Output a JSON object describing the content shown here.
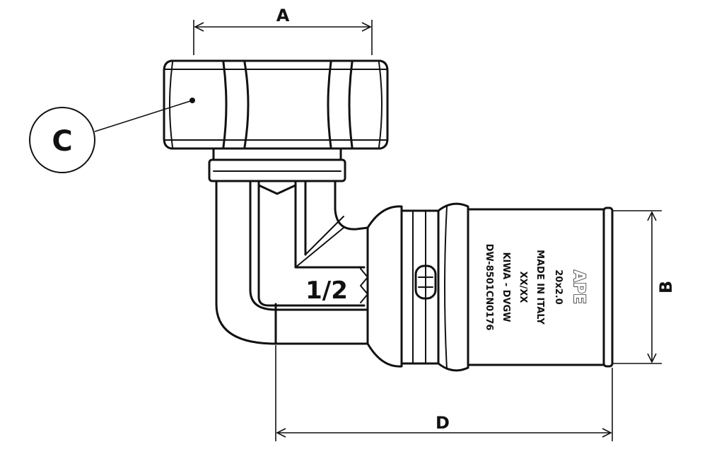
{
  "dimensions": {
    "a": "A",
    "b": "B",
    "c": "C",
    "d": "D"
  },
  "thread_size": "1/2",
  "markings": {
    "brand": "APE",
    "size": "20x2.0",
    "origin": "MADE IN ITALY",
    "date_code": "XX/XX",
    "cert1": "KIWA - DVGW",
    "cert2": "DW-8501CN0176"
  },
  "colors": {
    "line": "#111111",
    "background": "#ffffff"
  }
}
